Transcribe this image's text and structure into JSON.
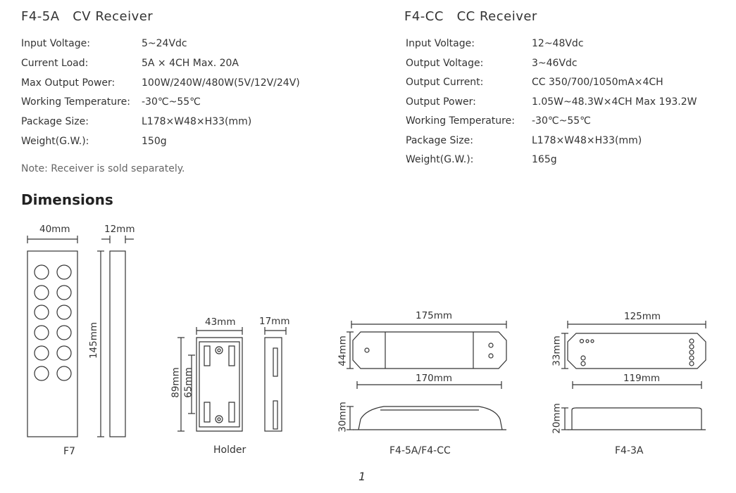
{
  "cv": {
    "title": "F4-5A   CV Receiver",
    "rows": [
      {
        "label": "Input Voltage:",
        "value": "5~24Vdc"
      },
      {
        "label": "Current Load:",
        "value": "5A × 4CH  Max. 20A"
      },
      {
        "label": "Max Output Power:",
        "value": "100W/240W/480W(5V/12V/24V)"
      },
      {
        "label": "Working Temperature:",
        "value": "-30℃~55℃"
      },
      {
        "label": "Package Size:",
        "value": "L178×W48×H33(mm)"
      },
      {
        "label": "Weight(G.W.):",
        "value": "150g"
      }
    ],
    "note": "Note: Receiver is sold separately."
  },
  "cc": {
    "title": "F4-CC   CC Receiver",
    "rows": [
      {
        "label": "Input Voltage:",
        "value": "12~48Vdc"
      },
      {
        "label": "Output Voltage:",
        "value": "3~46Vdc"
      },
      {
        "label": "Output Current:",
        "value": "CC 350/700/1050mA×4CH"
      },
      {
        "label": "Output Power:",
        "value": "1.05W~48.3W×4CH  Max 193.2W"
      },
      {
        "label": "Working Temperature:",
        "value": "-30℃~55℃"
      },
      {
        "label": "Package Size:",
        "value": "L178×W48×H33(mm)"
      },
      {
        "label": "Weight(G.W.):",
        "value": "165g"
      }
    ]
  },
  "dimensions": {
    "heading": "Dimensions",
    "f7": {
      "width": "40mm",
      "depth": "12mm",
      "height": "145mm",
      "caption": "F7"
    },
    "holder": {
      "width": "43mm",
      "depth": "17mm",
      "height_outer": "89mm",
      "height_inner": "65mm",
      "caption": "Holder"
    },
    "f45a": {
      "length_outer": "175mm",
      "length_inner": "170mm",
      "width": "44mm",
      "height": "30mm",
      "caption": "F4-5A/F4-CC"
    },
    "f43a": {
      "length_outer": "125mm",
      "length_inner": "119mm",
      "width": "33mm",
      "height": "20mm",
      "caption": "F4-3A"
    }
  },
  "page_number": "1"
}
